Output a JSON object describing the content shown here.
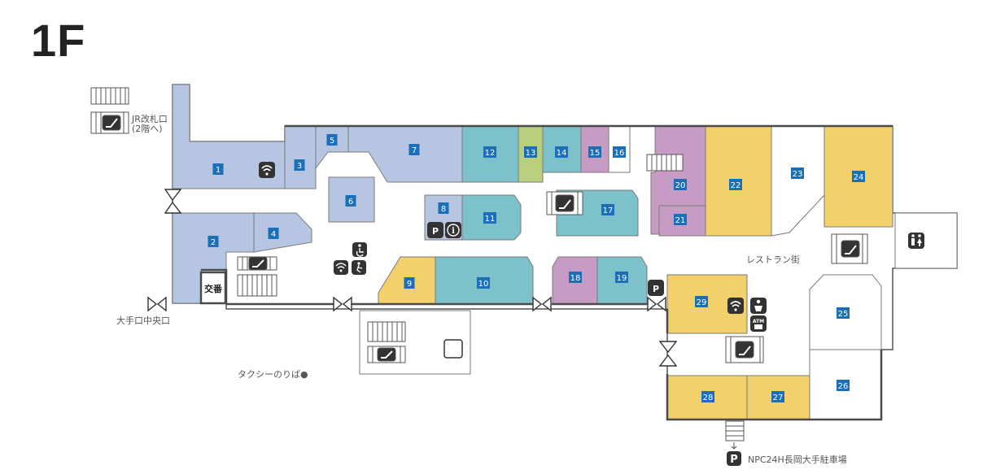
{
  "floor": {
    "label": "1F"
  },
  "labels": {
    "jr_gate": "JR改札口",
    "jr_gate_sub": "(2階へ)",
    "main_exit": "大手口中央口",
    "police_box": "交番",
    "taxi": "タクシーのりば●",
    "restaurant_street": "レストラン街",
    "parking": "NPC24H長岡大手駐車場",
    "parking_symbol": "P"
  },
  "colors": {
    "fashion_blue": "#b6c6e2",
    "teal": "#7dc1cb",
    "green": "#b8d07e",
    "purple": "#c69cc4",
    "yellow": "#f2d06b",
    "badge": "#1a6fb8",
    "wall": "#4a4a4a"
  },
  "shops": [
    {
      "id": "1",
      "label": "1",
      "category": "blue"
    },
    {
      "id": "2",
      "label": "2",
      "category": "blue"
    },
    {
      "id": "3",
      "label": "3",
      "category": "blue"
    },
    {
      "id": "4",
      "label": "4",
      "category": "blue"
    },
    {
      "id": "5",
      "label": "5",
      "category": "blue"
    },
    {
      "id": "6",
      "label": "6",
      "category": "blue"
    },
    {
      "id": "7",
      "label": "7",
      "category": "blue"
    },
    {
      "id": "8",
      "label": "8",
      "category": "blue"
    },
    {
      "id": "9",
      "label": "9",
      "category": "yellow"
    },
    {
      "id": "10",
      "label": "10",
      "category": "teal"
    },
    {
      "id": "11",
      "label": "11",
      "category": "teal"
    },
    {
      "id": "12",
      "label": "12",
      "category": "teal"
    },
    {
      "id": "13",
      "label": "13",
      "category": "green"
    },
    {
      "id": "14",
      "label": "14",
      "category": "teal"
    },
    {
      "id": "15",
      "label": "15",
      "category": "purple"
    },
    {
      "id": "16",
      "label": "16",
      "category": "white"
    },
    {
      "id": "17",
      "label": "17",
      "category": "teal"
    },
    {
      "id": "18",
      "label": "18",
      "category": "purple"
    },
    {
      "id": "19",
      "label": "19",
      "category": "teal"
    },
    {
      "id": "20",
      "label": "20",
      "category": "purple"
    },
    {
      "id": "21",
      "label": "21",
      "category": "purple"
    },
    {
      "id": "22",
      "label": "22",
      "category": "yellow"
    },
    {
      "id": "23",
      "label": "23",
      "category": "white"
    },
    {
      "id": "24",
      "label": "24",
      "category": "yellow"
    },
    {
      "id": "25",
      "label": "25",
      "category": "white"
    },
    {
      "id": "26",
      "label": "26",
      "category": "white"
    },
    {
      "id": "27",
      "label": "27",
      "category": "yellow"
    },
    {
      "id": "28",
      "label": "28",
      "category": "yellow"
    },
    {
      "id": "29",
      "label": "29",
      "category": "yellow"
    }
  ],
  "icons": {
    "wifi": "wifi-icon",
    "escalator": "escalator-icon",
    "wheelchair": "wheelchair-icon",
    "elevator": "elevator-icon",
    "info": "information-icon",
    "restroom": "restroom-icon",
    "baby": "baby-room-icon",
    "atm": "atm-icon",
    "door": "automatic-door-icon"
  }
}
